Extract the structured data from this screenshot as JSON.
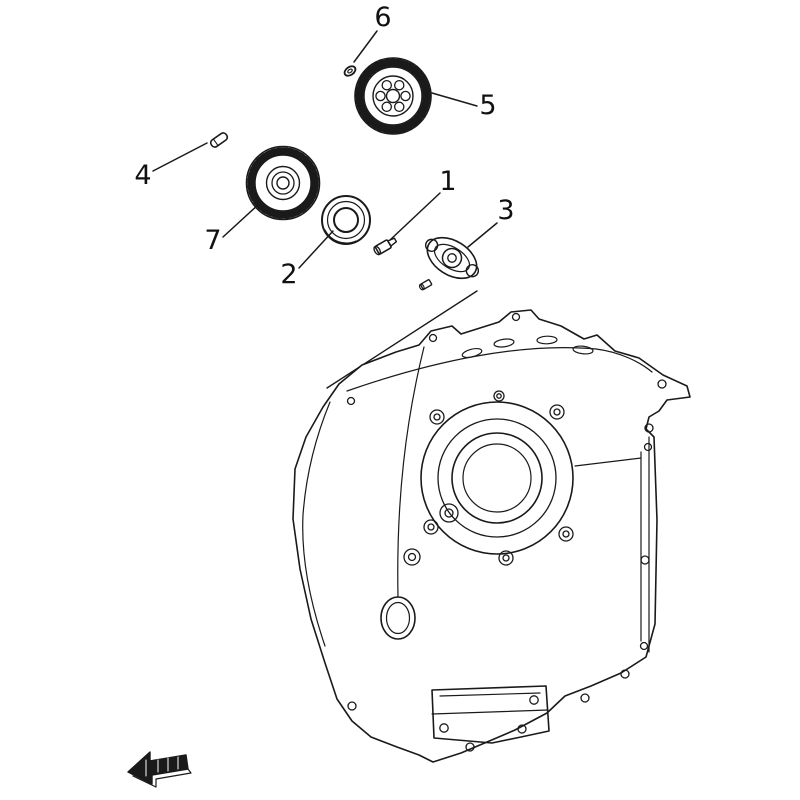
{
  "page": {
    "background_color": "#ffffff",
    "line_color": "#1a1a1a"
  },
  "diagram": {
    "kind": "exploded-parts-diagram",
    "callouts": [
      {
        "id": "callout-1",
        "label": "1"
      },
      {
        "id": "callout-2",
        "label": "2"
      },
      {
        "id": "callout-3",
        "label": "3"
      },
      {
        "id": "callout-4",
        "label": "4"
      },
      {
        "id": "callout-5",
        "label": "5"
      },
      {
        "id": "callout-6",
        "label": "6"
      },
      {
        "id": "callout-7",
        "label": "7"
      }
    ],
    "icons": [
      {
        "name": "direction-arrow-icon"
      }
    ]
  }
}
